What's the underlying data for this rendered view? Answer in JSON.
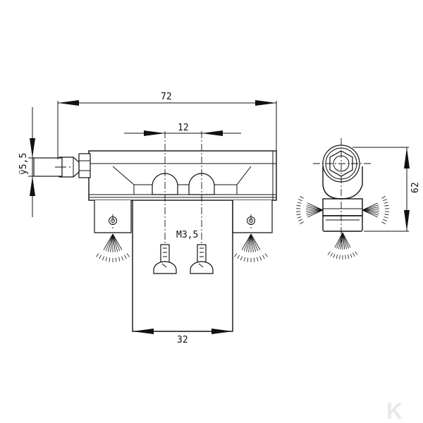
{
  "dimensions": {
    "width_overall": "72",
    "nozzle_spacing": "12",
    "bracket_width": "32",
    "inlet_diameter": "ÿ5,5",
    "side_height": "62"
  },
  "screw_label": "M3,5",
  "watermark_letter": "K",
  "colors": {
    "line": "#111111",
    "background": "#ffffff",
    "watermark": "#e8e8e8"
  }
}
